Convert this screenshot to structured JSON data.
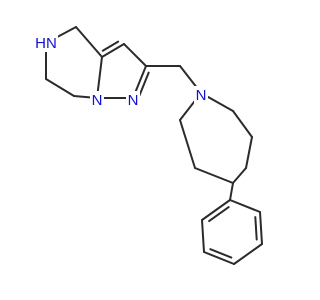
{
  "molecule": {
    "bond_color": "#2b2b2b",
    "heteroatom_color": "#1010d0",
    "atoms": [
      {
        "id": "nh",
        "label": "HN"
      },
      {
        "id": "n1",
        "label": "N"
      },
      {
        "id": "n2",
        "label": "N"
      },
      {
        "id": "naz",
        "label": "N"
      }
    ]
  }
}
